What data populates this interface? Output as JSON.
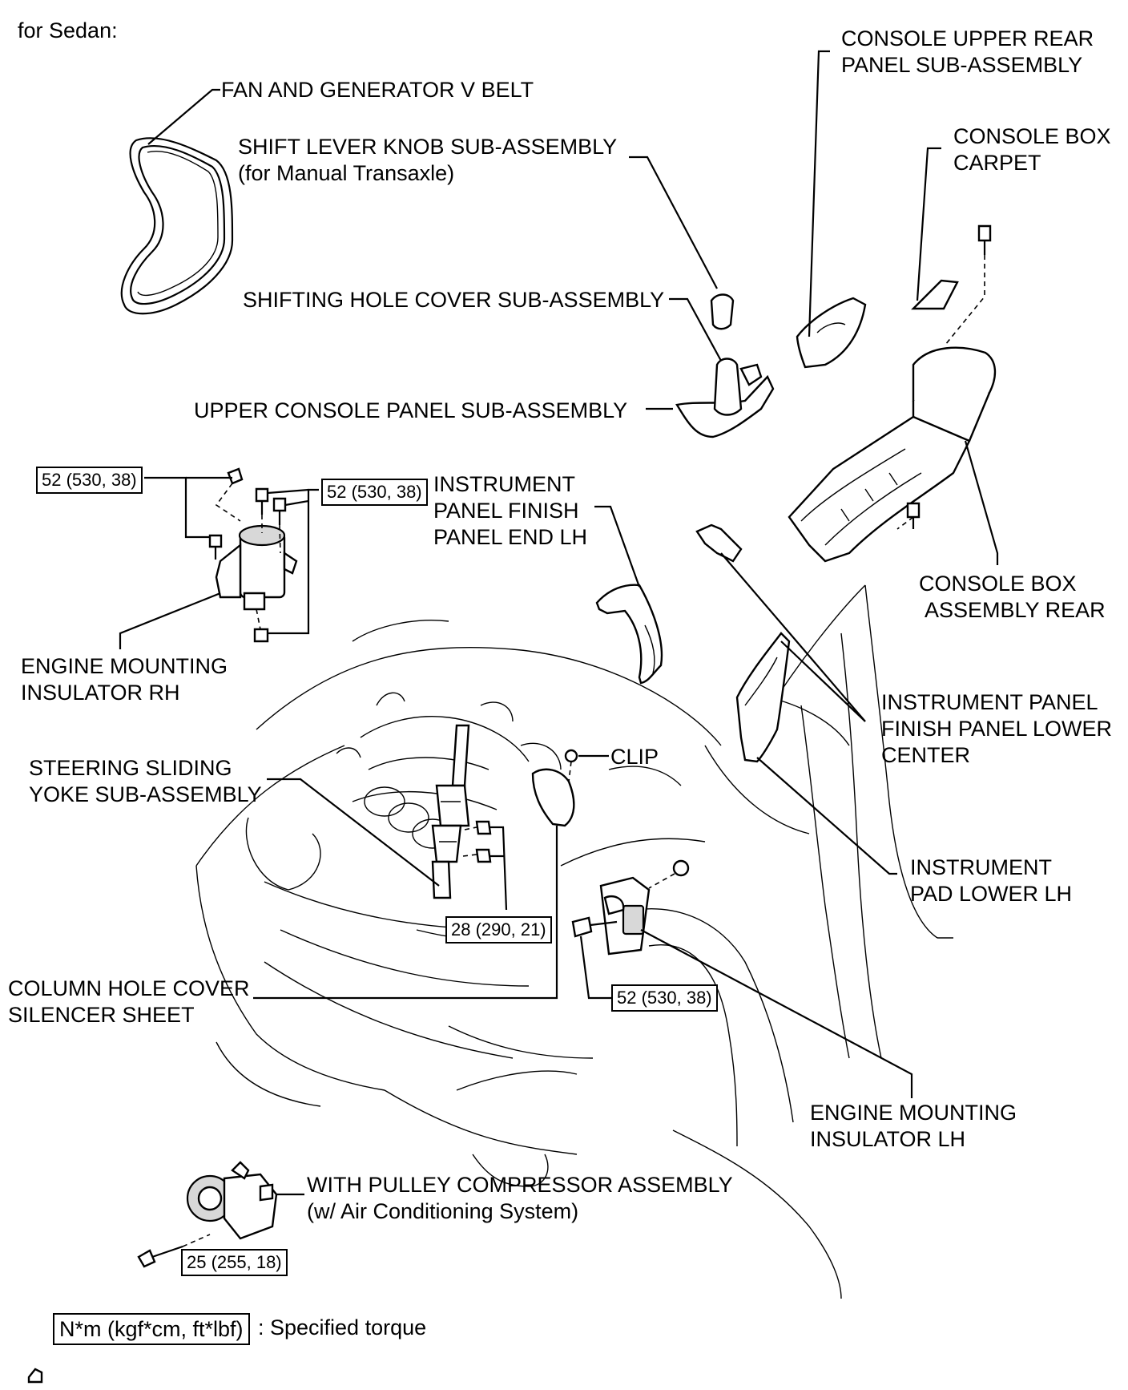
{
  "header": {
    "variant": "for Sedan:"
  },
  "parts": {
    "fan_belt": "FAN AND GENERATOR V BELT",
    "shift_knob_line1": "SHIFT LEVER KNOB SUB-ASSEMBLY",
    "shift_knob_line2": "(for Manual Transaxle)",
    "shifting_hole_cover": "SHIFTING HOLE COVER SUB-ASSEMBLY",
    "upper_console_panel": "UPPER CONSOLE PANEL SUB-ASSEMBLY",
    "console_upper_rear_line1": "CONSOLE UPPER REAR",
    "console_upper_rear_line2": "PANEL SUB-ASSEMBLY",
    "console_box_carpet_line1": "CONSOLE BOX",
    "console_box_carpet_line2": "CARPET",
    "instrument_finish_end_line1": "INSTRUMENT",
    "instrument_finish_end_line2": "PANEL FINISH",
    "instrument_finish_end_line3": "PANEL END LH",
    "console_box_rear_line1": "CONSOLE BOX",
    "console_box_rear_line2": "ASSEMBLY REAR",
    "engine_mount_rh_line1": "ENGINE MOUNTING",
    "engine_mount_rh_line2": "INSULATOR RH",
    "finish_lower_center_line1": "INSTRUMENT PANEL",
    "finish_lower_center_line2": "FINISH PANEL LOWER",
    "finish_lower_center_line3": "CENTER",
    "steering_yoke_line1": "STEERING SLIDING",
    "steering_yoke_line2": "YOKE SUB-ASSEMBLY",
    "clip": "CLIP",
    "instrument_pad_line1": "INSTRUMENT",
    "instrument_pad_line2": "PAD LOWER LH",
    "column_hole_line1": "COLUMN HOLE COVER",
    "column_hole_line2": "SILENCER SHEET",
    "engine_mount_lh_line1": "ENGINE MOUNTING",
    "engine_mount_lh_line2": "INSULATOR LH",
    "compressor_line1": "WITH PULLEY COMPRESSOR ASSEMBLY",
    "compressor_line2": "(w/ Air Conditioning System)"
  },
  "torques": {
    "rh_left": "52 (530, 38)",
    "rh_right": "52 (530, 38)",
    "yoke": "28 (290, 21)",
    "lh": "52 (530, 38)",
    "compressor": "25 (255, 18)"
  },
  "legend": {
    "unit_box": "N*m (kgf*cm, ft*lbf)",
    "unit_desc": ": Specified torque"
  }
}
